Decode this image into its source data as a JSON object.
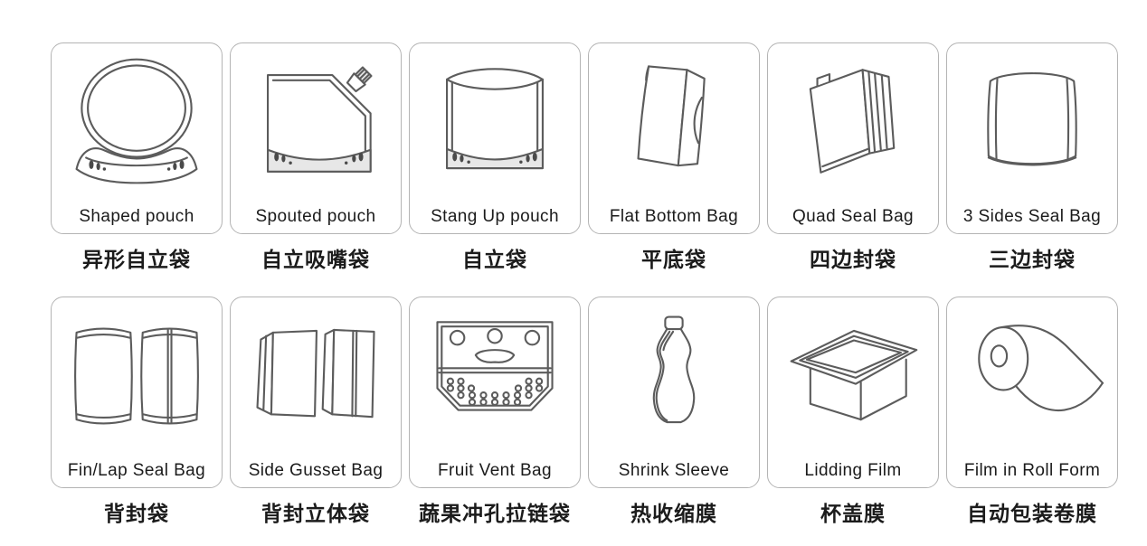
{
  "style": {
    "line_color": "#5c5c5c",
    "border_color": "#b4b4b4",
    "text_color": "#1b1b1b",
    "background": "#ffffff"
  },
  "cards": [
    {
      "en": "Shaped pouch",
      "zh": "异形自立袋",
      "icon": "shaped-pouch"
    },
    {
      "en": "Spouted pouch",
      "zh": "自立吸嘴袋",
      "icon": "spouted-pouch"
    },
    {
      "en": "Stang Up pouch",
      "zh": "自立袋",
      "icon": "stand-up-pouch"
    },
    {
      "en": "Flat Bottom Bag",
      "zh": "平底袋",
      "icon": "flat-bottom-bag"
    },
    {
      "en": "Quad Seal Bag",
      "zh": "四边封袋",
      "icon": "quad-seal-bag"
    },
    {
      "en": "3 Sides Seal Bag",
      "zh": "三边封袋",
      "icon": "three-sides-seal-bag"
    },
    {
      "en": "Fin/Lap Seal Bag",
      "zh": "背封袋",
      "icon": "fin-lap-seal-bag"
    },
    {
      "en": "Side Gusset Bag",
      "zh": "背封立体袋",
      "icon": "side-gusset-bag"
    },
    {
      "en": "Fruit Vent Bag",
      "zh": "蔬果冲孔拉链袋",
      "icon": "fruit-vent-bag"
    },
    {
      "en": "Shrink Sleeve",
      "zh": "热收缩膜",
      "icon": "shrink-sleeve"
    },
    {
      "en": "Lidding Film",
      "zh": "杯盖膜",
      "icon": "lidding-film"
    },
    {
      "en": "Film in Roll Form",
      "zh": "自动包装卷膜",
      "icon": "film-in-roll-form"
    }
  ]
}
